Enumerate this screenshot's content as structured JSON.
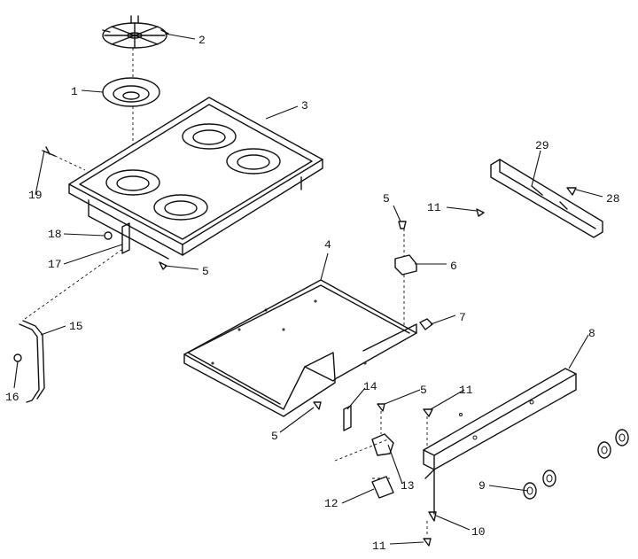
{
  "callouts": [
    {
      "id": "c1",
      "text": "1"
    },
    {
      "id": "c2",
      "text": "2"
    },
    {
      "id": "c3",
      "text": "3"
    },
    {
      "id": "c4",
      "text": "4"
    },
    {
      "id": "c5a",
      "text": "5"
    },
    {
      "id": "c5b",
      "text": "5"
    },
    {
      "id": "c5c",
      "text": "5"
    },
    {
      "id": "c5d",
      "text": "5"
    },
    {
      "id": "c6",
      "text": "6"
    },
    {
      "id": "c7",
      "text": "7"
    },
    {
      "id": "c8",
      "text": "8"
    },
    {
      "id": "c9",
      "text": "9"
    },
    {
      "id": "c10",
      "text": "10"
    },
    {
      "id": "c11a",
      "text": "11"
    },
    {
      "id": "c11b",
      "text": "11"
    },
    {
      "id": "c11c",
      "text": "11"
    },
    {
      "id": "c12",
      "text": "12"
    },
    {
      "id": "c13",
      "text": "13"
    },
    {
      "id": "c14",
      "text": "14"
    },
    {
      "id": "c15",
      "text": "15"
    },
    {
      "id": "c16",
      "text": "16"
    },
    {
      "id": "c17",
      "text": "17"
    },
    {
      "id": "c18",
      "text": "18"
    },
    {
      "id": "c19",
      "text": "19"
    },
    {
      "id": "c28",
      "text": "28"
    },
    {
      "id": "c29",
      "text": "29"
    }
  ]
}
